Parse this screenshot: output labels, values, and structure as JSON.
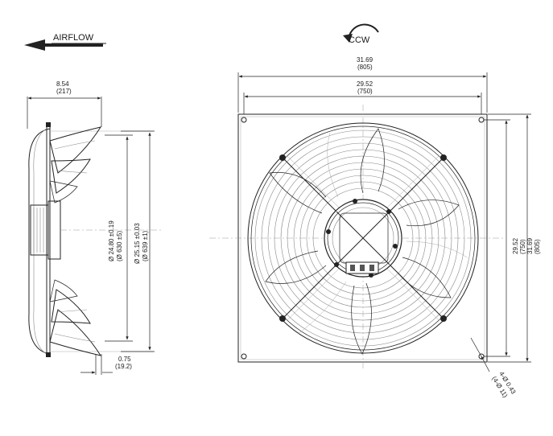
{
  "labels": {
    "airflow": "AIRFLOW",
    "rotation": "CCW"
  },
  "side_view": {
    "depth_in": "8.54",
    "depth_mm": "(217)",
    "flange_in": "0.75",
    "flange_mm": "(19.2)",
    "inner_dia_in": "Ø 24.80 ±0.19",
    "inner_dia_mm": "(Ø 630 ±5)",
    "outer_dia_in": "Ø 25.15 ±0.03",
    "outer_dia_mm": "(Ø 639 ±1)"
  },
  "front_view": {
    "overall_width_in": "31.69",
    "overall_width_mm": "(805)",
    "hole_spacing_in": "29.52",
    "hole_spacing_mm": "(750)",
    "hole_height_in": "29.52",
    "hole_height_mm": "(750)",
    "overall_height_in": "31.69",
    "overall_height_mm": "(805)",
    "holes_in": "4-Ø 0.43",
    "holes_mm": "(4-Ø 11)"
  }
}
